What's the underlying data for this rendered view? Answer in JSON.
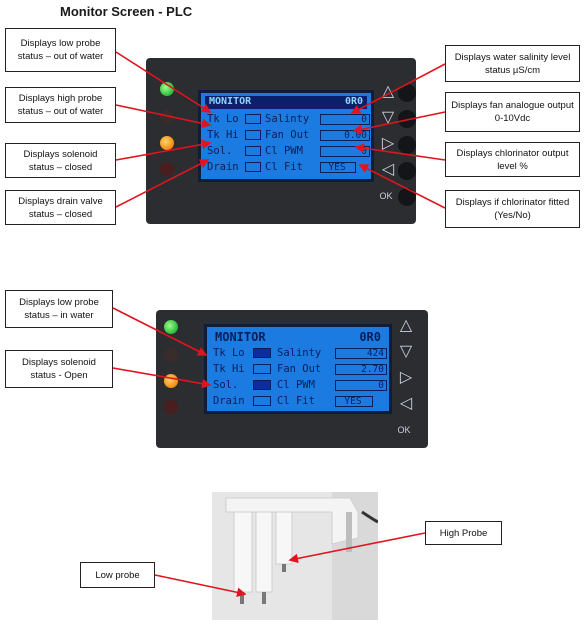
{
  "title": "Monitor Screen - PLC",
  "callouts_top": {
    "low_probe": "Displays low probe status – out of water",
    "high_probe": "Displays high probe status – out of water",
    "solenoid": "Displays solenoid status – closed",
    "drain": "Displays drain valve status – closed",
    "salinity": "Displays water salinity level status µS/cm",
    "fan": "Displays fan analogue output 0-10Vdc",
    "chlorinator_output": "Displays chlorinator output level %",
    "chlorinator_fitted": "Displays if chlorinator fitted (Yes/No)"
  },
  "screen1": {
    "title": "MONITOR",
    "code": "0R0",
    "rows": [
      {
        "left": "Tk Lo",
        "right": "Salinty",
        "value": "0"
      },
      {
        "left": "Tk Hi",
        "right": "Fan Out",
        "value": "0.00"
      },
      {
        "left": "Sol.",
        "right": "Cl PWM",
        "value": "0"
      },
      {
        "left": "Drain",
        "right": "Cl Fit",
        "value": "YES"
      }
    ],
    "ok": "OK"
  },
  "callouts_mid": {
    "low_probe": "Displays low probe status – in water",
    "solenoid": "Displays solenoid status - Open"
  },
  "screen2": {
    "title": "MONITOR",
    "code": "0R0",
    "rows": [
      {
        "left": "Tk Lo",
        "right": "Salinty",
        "value": "424"
      },
      {
        "left": "Tk Hi",
        "right": "Fan Out",
        "value": "2.70"
      },
      {
        "left": "Sol.",
        "right": "Cl PWM",
        "value": "0"
      },
      {
        "left": "Drain",
        "right": "Cl Fit",
        "value": "YES"
      }
    ],
    "ok": "OK"
  },
  "probes": {
    "high": "High Probe",
    "low": "Low probe"
  },
  "icons": [
    "arrow-up-icon",
    "arrow-down-icon",
    "arrow-right-icon",
    "arrow-left-icon"
  ],
  "colors": {
    "screen": "#1c7be0",
    "led_green": "#3fd14a",
    "led_orange": "#f59a16",
    "arrow": "#e0141e"
  }
}
